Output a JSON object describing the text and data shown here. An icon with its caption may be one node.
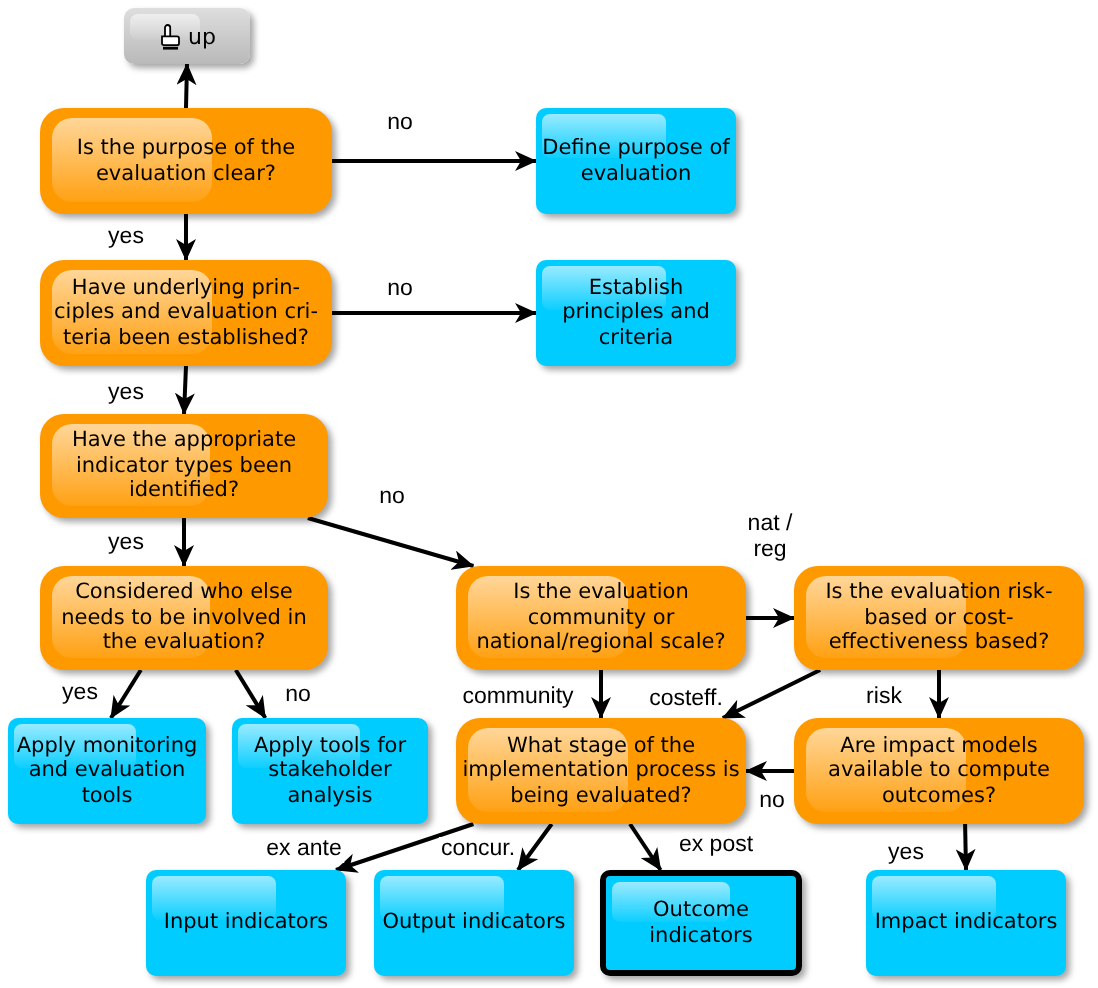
{
  "diagram": {
    "nodes": [
      {
        "text": [
          "up"
        ]
      },
      {
        "text": [
          "Is the purpose of the evaluation clear?"
        ]
      },
      {
        "text": [
          "Define purpose of evaluation"
        ]
      },
      {
        "text": [
          "Have underlying prin-ciples and evaluation cri-teria been established?"
        ]
      },
      {
        "text": [
          "Establish principles and criteria"
        ]
      },
      {
        "text": [
          "Have the appropriate indicator types been identified?"
        ]
      },
      {
        "text": [
          "Considered who else needs to be involved in the evaluation?"
        ]
      },
      {
        "text": [
          "Is the evaluation community or national/regional scale?"
        ]
      },
      {
        "text": [
          "Is the evaluation risk-based or cost-effectiveness based?"
        ]
      },
      {
        "text": [
          "Apply monitoring and evaluation tools"
        ]
      },
      {
        "text": [
          "Apply tools for stakeholder analysis"
        ]
      },
      {
        "text": [
          "What stage of the implementation process is being evaluated?"
        ]
      },
      {
        "text": [
          "Are impact models available to compute outcomes?"
        ]
      },
      {
        "text": [
          "Input indicators"
        ]
      },
      {
        "text": [
          "Output indicators"
        ]
      },
      {
        "text": [
          "Outcome indicators"
        ]
      },
      {
        "text": [
          "Impact indicators"
        ]
      }
    ],
    "edges": [
      {
        "from": 1,
        "to": 0,
        "arrow": "to"
      },
      {
        "from": 1,
        "to": 2,
        "arrow": "to",
        "label": "no"
      },
      {
        "from": 1,
        "to": 3,
        "arrow": "to",
        "label": "yes"
      },
      {
        "from": 3,
        "to": 4,
        "arrow": "to",
        "label": "no"
      },
      {
        "from": 3,
        "to": 5,
        "arrow": "to",
        "label": "yes"
      },
      {
        "from": 5,
        "to": 6,
        "arrow": "to",
        "label": "yes"
      },
      {
        "from": 5,
        "to": 7,
        "arrow": "to",
        "label": "no"
      },
      {
        "from": 7,
        "to": 8,
        "arrow": "to",
        "label": "nat / reg"
      },
      {
        "from": 7,
        "to": 11,
        "arrow": "to",
        "label": "community"
      },
      {
        "from": 8,
        "to": 11,
        "arrow": "to",
        "label": "costeff."
      },
      {
        "from": 8,
        "to": 12,
        "arrow": "to",
        "label": "risk"
      },
      {
        "from": 12,
        "to": 11,
        "arrow": "to",
        "label": "no"
      },
      {
        "from": 6,
        "to": 9,
        "arrow": "to",
        "label": "yes"
      },
      {
        "from": 6,
        "to": 10,
        "arrow": "to",
        "label": "no"
      },
      {
        "from": 11,
        "to": 13,
        "arrow": "to",
        "label": "ex ante"
      },
      {
        "from": 11,
        "to": 14,
        "arrow": "to",
        "label": "concur."
      },
      {
        "from": 11,
        "to": 15,
        "arrow": "to",
        "label": "ex post"
      },
      {
        "from": 12,
        "to": 16,
        "arrow": "to",
        "label": "yes"
      }
    ]
  }
}
